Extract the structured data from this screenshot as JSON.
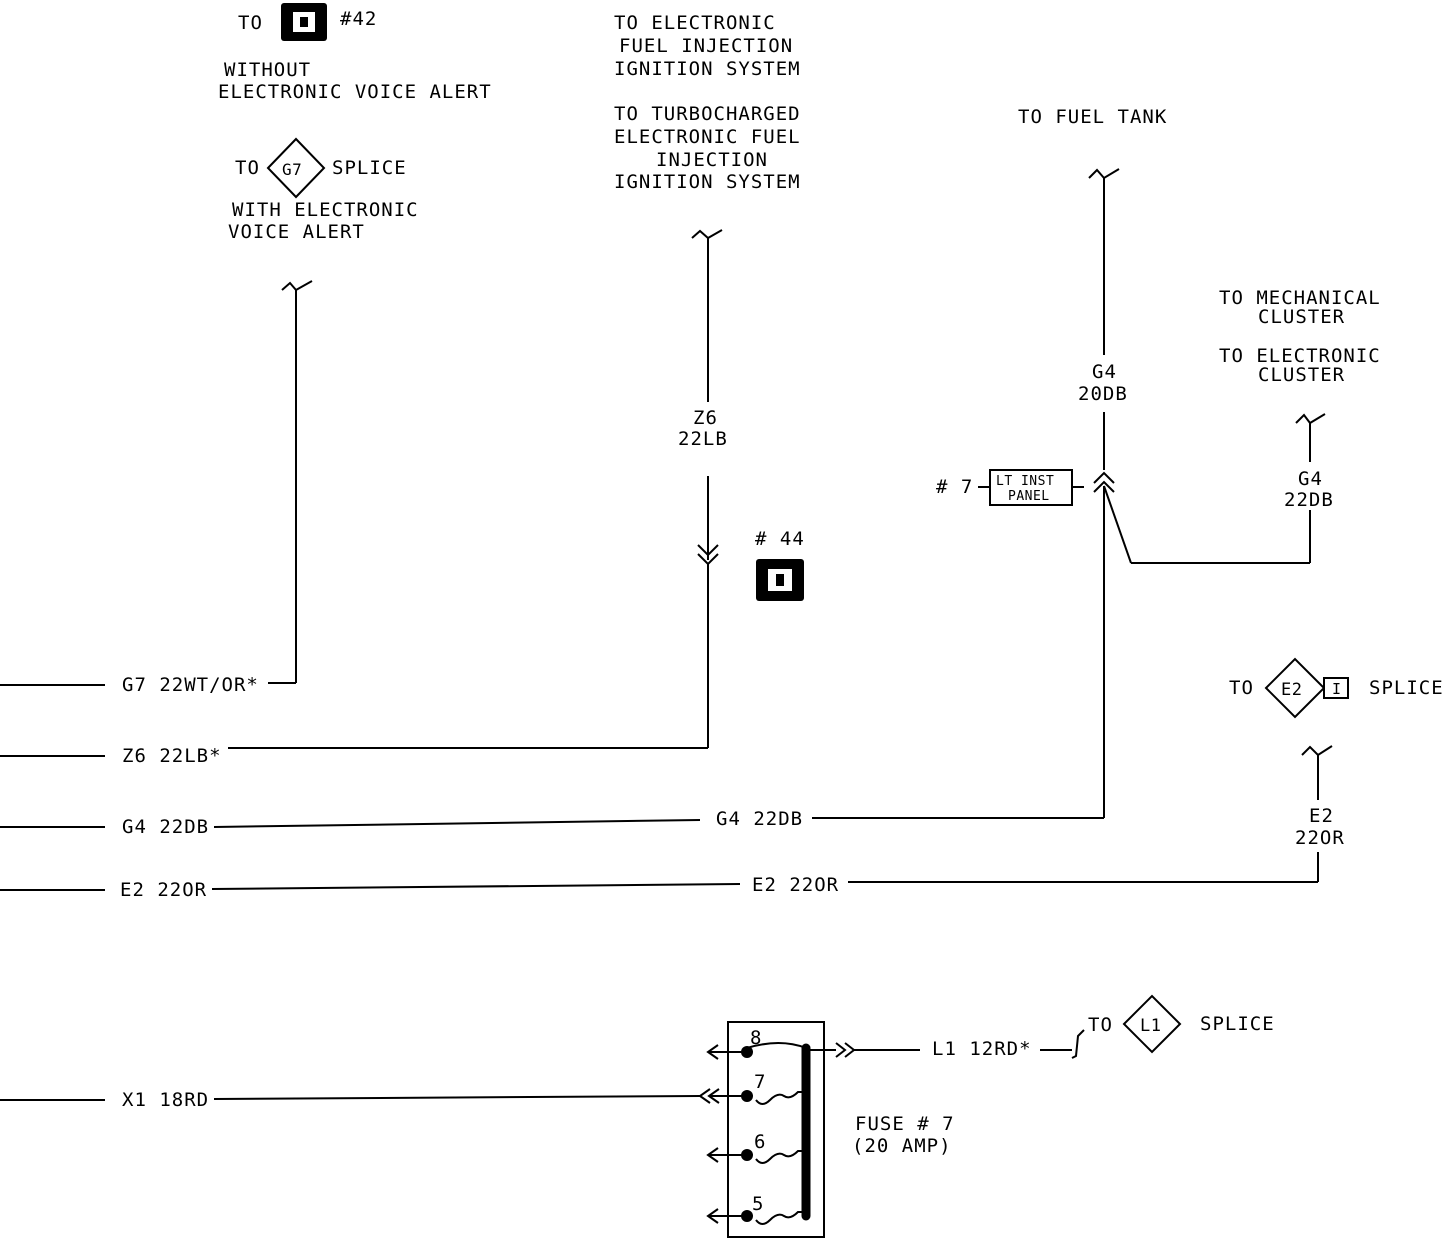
{
  "top_left": {
    "to_label": "TO",
    "connector_42": "#42",
    "without_line1": "WITHOUT",
    "without_line2": "ELECTRONIC VOICE ALERT",
    "to_label2": "TO",
    "splice_g7_id": "G7",
    "splice_label": "SPLICE",
    "with_line1": "WITH ELECTRONIC",
    "with_line2": "VOICE ALERT"
  },
  "top_middle": {
    "efi_line1": "TO ELECTRONIC",
    "efi_line2": "FUEL INJECTION",
    "efi_line3": "IGNITION SYSTEM",
    "turbo_line1": "TO TURBOCHARGED",
    "turbo_line2": "ELECTRONIC FUEL",
    "turbo_line3": "INJECTION",
    "turbo_line4": "IGNITION SYSTEM",
    "wire_z6_id": "Z6",
    "wire_z6_gauge": "22LB",
    "connector_44": "# 44"
  },
  "top_right": {
    "fuel_tank": "TO FUEL TANK",
    "wire_g4_id": "G4",
    "wire_g4_gauge": "20DB",
    "conn7_number": "# 7",
    "conn7_line1": "LT INST",
    "conn7_line2": "PANEL",
    "mech_line1": "TO MECHANICAL",
    "mech_line2": "CLUSTER",
    "elec_line1": "TO ELECTRONIC",
    "elec_line2": "CLUSTER",
    "wire_g4b_id": "G4",
    "wire_g4b_gauge": "22DB",
    "to_label": "TO",
    "splice_e2_id": "E2",
    "splice_e2_suffix": "I",
    "splice_e2_label": "SPLICE",
    "wire_e2_id": "E2",
    "wire_e2_gauge": "22OR"
  },
  "wires": {
    "g7_left": "G7 22WT/OR*",
    "z6_left": "Z6 22LB*",
    "g4_left": "G4 22DB",
    "g4_mid": "G4 22DB",
    "e2_left": "E2 22OR",
    "e2_mid": "E2 22OR",
    "x1_left": "X1 18RD",
    "l1_right": "L1 12RD*"
  },
  "fuse_block": {
    "pins": [
      "8",
      "7",
      "6",
      "5"
    ],
    "fuse_line1": "FUSE # 7",
    "fuse_line2": "(20 AMP)",
    "to_label": "TO",
    "splice_l1_id": "L1",
    "splice_l1_label": "SPLICE"
  }
}
